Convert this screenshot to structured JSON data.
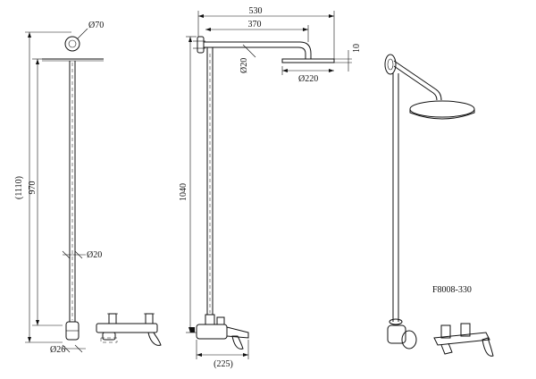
{
  "labels": {
    "d70": "Ø70",
    "h1110": "(1110)",
    "h970": "970",
    "d20_front": "Ø20",
    "d26": "Ø26",
    "w530": "530",
    "w370": "370",
    "t10": "10",
    "d20_side": "Ø20",
    "d220": "Ø220",
    "h1040": "1040",
    "w225": "(225)",
    "model": "F8008-330"
  }
}
